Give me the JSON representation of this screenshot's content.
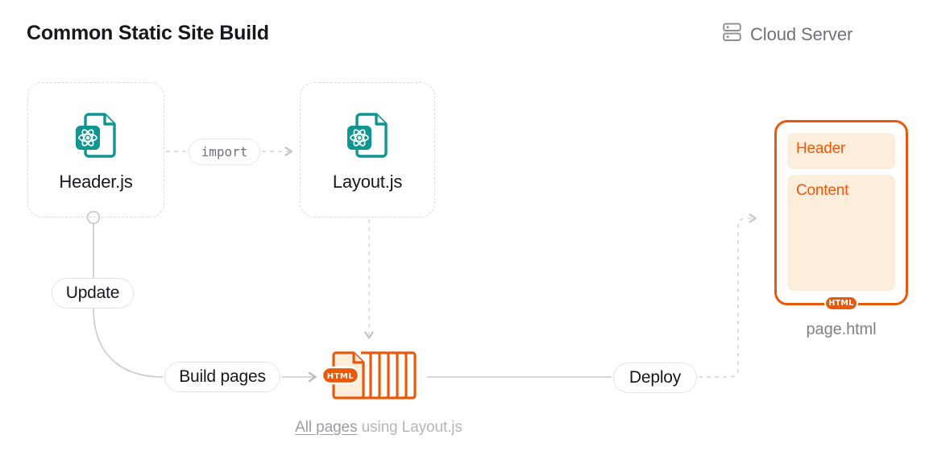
{
  "header": {
    "title": "Common Static Site Build",
    "badge": {
      "icon": "server-rack-icon",
      "label": "Cloud Server"
    }
  },
  "nodes": {
    "header_js": {
      "label": "Header.js",
      "icon": "react-file-icon"
    },
    "layout_js": {
      "label": "Layout.js",
      "icon": "react-file-icon"
    },
    "page_stack": {
      "icon": "html-file-stack-icon",
      "badge": "HTML"
    },
    "output_card": {
      "blocks": [
        {
          "label": "Header"
        },
        {
          "label": "Content"
        }
      ],
      "badge": "HTML",
      "caption": "page.html"
    }
  },
  "edges": {
    "import": {
      "label": "import",
      "style": "dashed"
    },
    "update": {
      "label": "Update",
      "style": "solid"
    },
    "build_pages": {
      "label": "Build pages",
      "style": "solid"
    },
    "deploy": {
      "label": "Deploy",
      "style": "solid"
    }
  },
  "captions": {
    "pages_primary": "All pages",
    "pages_secondary": " using Layout.js"
  },
  "colors": {
    "react_teal": "#0f9690",
    "html_orange": "#e8590c",
    "block_fill": "#fdeedb",
    "line_gray": "#c8cacd",
    "text_dark": "#16181d",
    "text_muted": "#7f8287"
  }
}
